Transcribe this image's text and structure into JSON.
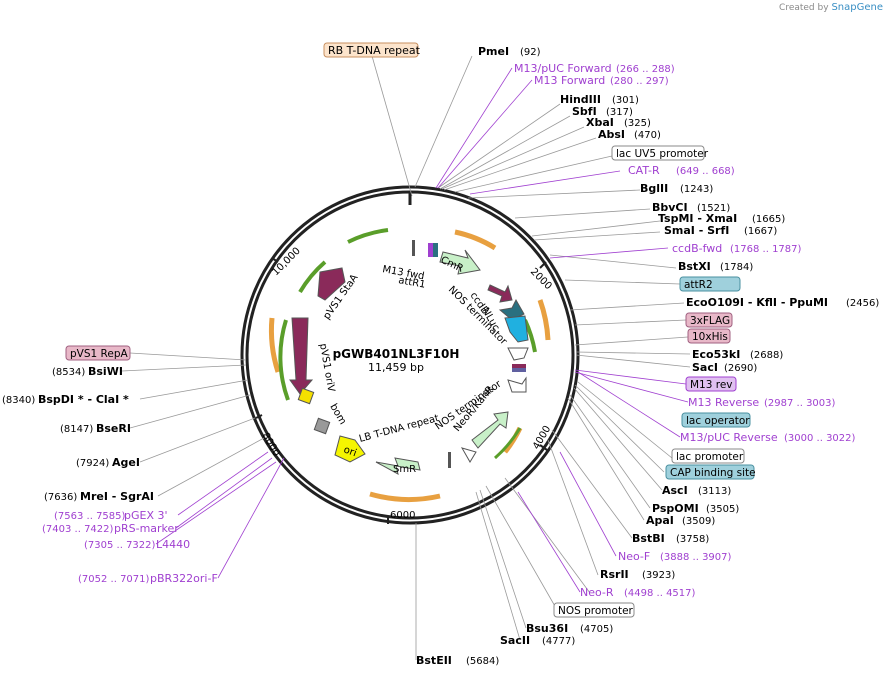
{
  "header": {
    "created_by": "Created by",
    "brand": "SnapGene"
  },
  "center": {
    "name": "pGWB401NL3F10H",
    "size": "11,459 bp"
  },
  "ticks": [
    "2000",
    "4000",
    "6000",
    "8000",
    "10,000"
  ],
  "boxed": {
    "rb": "RB T-DNA repeat"
  },
  "inner": {
    "m13fwd": "M13 fwd",
    "attr1": "attR1",
    "cmr": "CmR",
    "ccdb": "ccdB",
    "nos_term1": "NOS terminator",
    "nluc": "NLuc",
    "staa": "pVS1 StaA",
    "oriv": "pVS1 oriV",
    "bom": "bom",
    "ori": "ori",
    "lb": "LB T-DNA repeat",
    "smr": "SmR",
    "nos_term2": "NOS terminator",
    "neor": "NeoR/KanR"
  },
  "right": [
    {
      "name": "PmeI",
      "pos": "(92)"
    },
    {
      "name": "M13/pUC Forward",
      "pos": "(266 .. 288)"
    },
    {
      "name": "M13 Forward",
      "pos": "(280 .. 297)"
    },
    {
      "name": "HindIII",
      "pos": "(301)"
    },
    {
      "name": "SbfI",
      "pos": "(317)"
    },
    {
      "name": "XbaI",
      "pos": "(325)"
    },
    {
      "name": "AbsI",
      "pos": "(470)"
    },
    {
      "name": "lac UV5 promoter"
    },
    {
      "name": "CAT-R",
      "pos": "(649 .. 668)"
    },
    {
      "name": "BglII",
      "pos": "(1243)"
    },
    {
      "name": "BbvCI",
      "pos": "(1521)"
    },
    {
      "name": "TspMI  - XmaI",
      "pos": "(1665)"
    },
    {
      "name": "SmaI  - SrfI",
      "pos": "(1667)"
    },
    {
      "name": "ccdB-fwd",
      "pos": "(1768 .. 1787)"
    },
    {
      "name": "BstXI",
      "pos": "(1784)"
    },
    {
      "name": "attR2"
    },
    {
      "name": "EcoO109I  - KflI  - PpuMI",
      "pos": "(2456)"
    },
    {
      "name": "3xFLAG"
    },
    {
      "name": "10xHis"
    },
    {
      "name": "Eco53kI",
      "pos": "(2688)"
    },
    {
      "name": "SacI",
      "pos": "(2690)"
    },
    {
      "name": "M13 rev"
    },
    {
      "name": "M13 Reverse",
      "pos": "(2987 .. 3003)"
    },
    {
      "name": "lac operator"
    },
    {
      "name": "M13/pUC Reverse",
      "pos": "(3000 .. 3022)"
    },
    {
      "name": "lac promoter"
    },
    {
      "name": "CAP binding site"
    },
    {
      "name": "AscI",
      "pos": "(3113)"
    },
    {
      "name": "PspOMI",
      "pos": "(3505)"
    },
    {
      "name": "ApaI",
      "pos": "(3509)"
    },
    {
      "name": "BstBI",
      "pos": "(3758)"
    },
    {
      "name": "Neo-F",
      "pos": "(3888 .. 3907)"
    },
    {
      "name": "RsrII",
      "pos": "(3923)"
    },
    {
      "name": "Neo-R",
      "pos": "(4498 .. 4517)"
    },
    {
      "name": "NOS promoter"
    },
    {
      "name": "Bsu36I",
      "pos": "(4705)"
    },
    {
      "name": "SacII",
      "pos": "(4777)"
    },
    {
      "name": "BstEII",
      "pos": "(5684)"
    }
  ],
  "left": [
    {
      "name": "pVS1 RepA"
    },
    {
      "name": "BsiWI",
      "pos": "(8534)"
    },
    {
      "name": "BspDI *  - ClaI *",
      "pos": "(8340)"
    },
    {
      "name": "BseRI",
      "pos": "(8147)"
    },
    {
      "name": "AgeI",
      "pos": "(7924)"
    },
    {
      "name": "MreI  - SgrAI",
      "pos": "(7636)"
    },
    {
      "name": "pGEX 3'",
      "pos": "(7563 .. 7585)"
    },
    {
      "name": "pRS-marker",
      "pos": "(7403 .. 7422)"
    },
    {
      "name": "L4440",
      "pos": "(7305 .. 7322)"
    },
    {
      "name": "pBR322ori-F",
      "pos": "(7052 .. 7071)"
    }
  ]
}
